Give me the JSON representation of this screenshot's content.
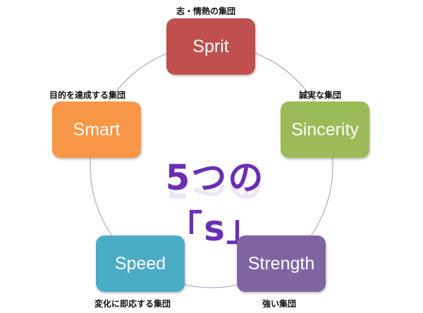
{
  "title": "5つの「s」",
  "items": [
    {
      "name": "Sprit",
      "caption": "志・情熱の集団",
      "color": "#c0504d"
    },
    {
      "name": "Sincerity",
      "caption": "誠実な集団",
      "color": "#9bbb59"
    },
    {
      "name": "Strength",
      "caption": "強い集団",
      "color": "#8064a2"
    },
    {
      "name": "Speed",
      "caption": "変化に即応する集団",
      "color": "#4bacc6"
    },
    {
      "name": "Smart",
      "caption": "目的を達成する集団",
      "color": "#f79646"
    }
  ]
}
